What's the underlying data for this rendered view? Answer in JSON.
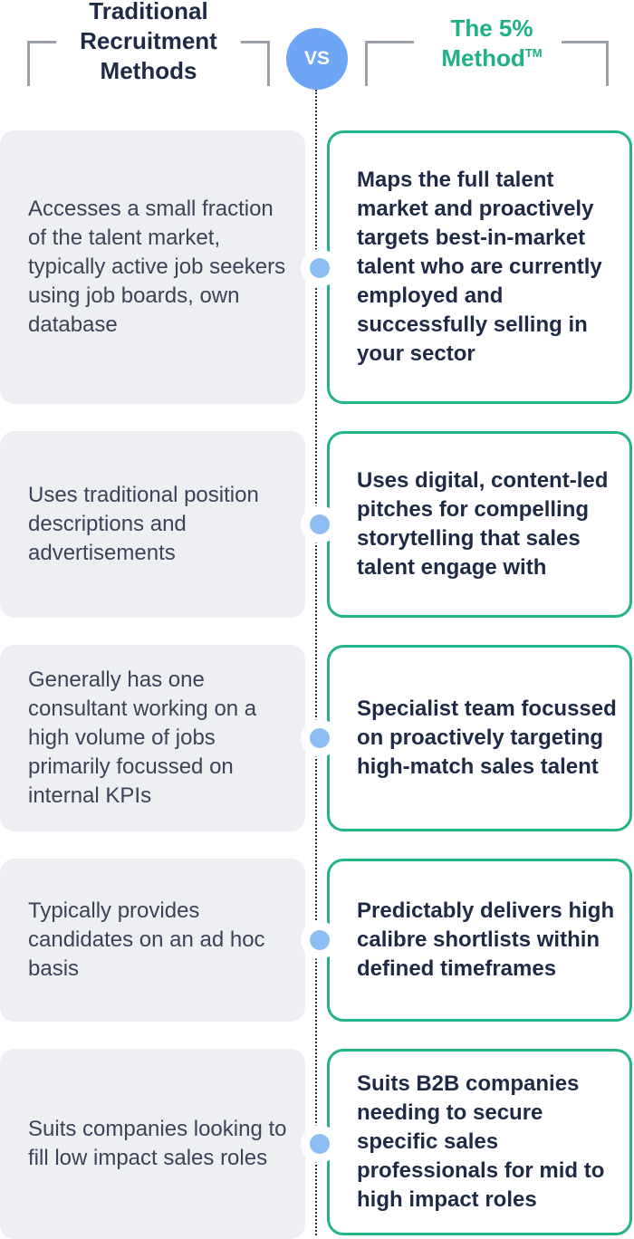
{
  "header": {
    "left_title_lines": [
      "Traditional",
      "Recruitment",
      "Methods"
    ],
    "vs_label": "VS",
    "right_title_line1": "The 5%",
    "right_title_line2": "Method",
    "right_title_tm": "TM"
  },
  "colors": {
    "accent_green": "#22b388",
    "vs_blue": "#6ea6f5",
    "dot_blue": "#8dbdf3",
    "navy_text": "#1f2a47",
    "card_gray": "#eeeff2"
  },
  "rows": [
    {
      "traditional": "Accesses a small fraction of the talent market, typically active job seekers using job boards, own database",
      "method": "Maps the full talent market and proactively targets best-in-market talent who are currently employed and successfully selling in your sector"
    },
    {
      "traditional": "Uses traditional position descriptions and advertisements",
      "method": "Uses digital, content-led pitches for compelling storytelling that sales talent engage with"
    },
    {
      "traditional": "Generally has one consultant working on a high volume of jobs primarily focussed on internal KPIs",
      "method": "Specialist team focussed on proactively targeting high-match sales talent"
    },
    {
      "traditional": "Typically provides candidates on an ad hoc basis",
      "method": "Predictably delivers high calibre shortlists within defined timeframes"
    },
    {
      "traditional": "Suits companies looking to fill low impact sales roles",
      "method": "Suits B2B companies needing to secure specific sales professionals for mid to high impact roles"
    }
  ]
}
